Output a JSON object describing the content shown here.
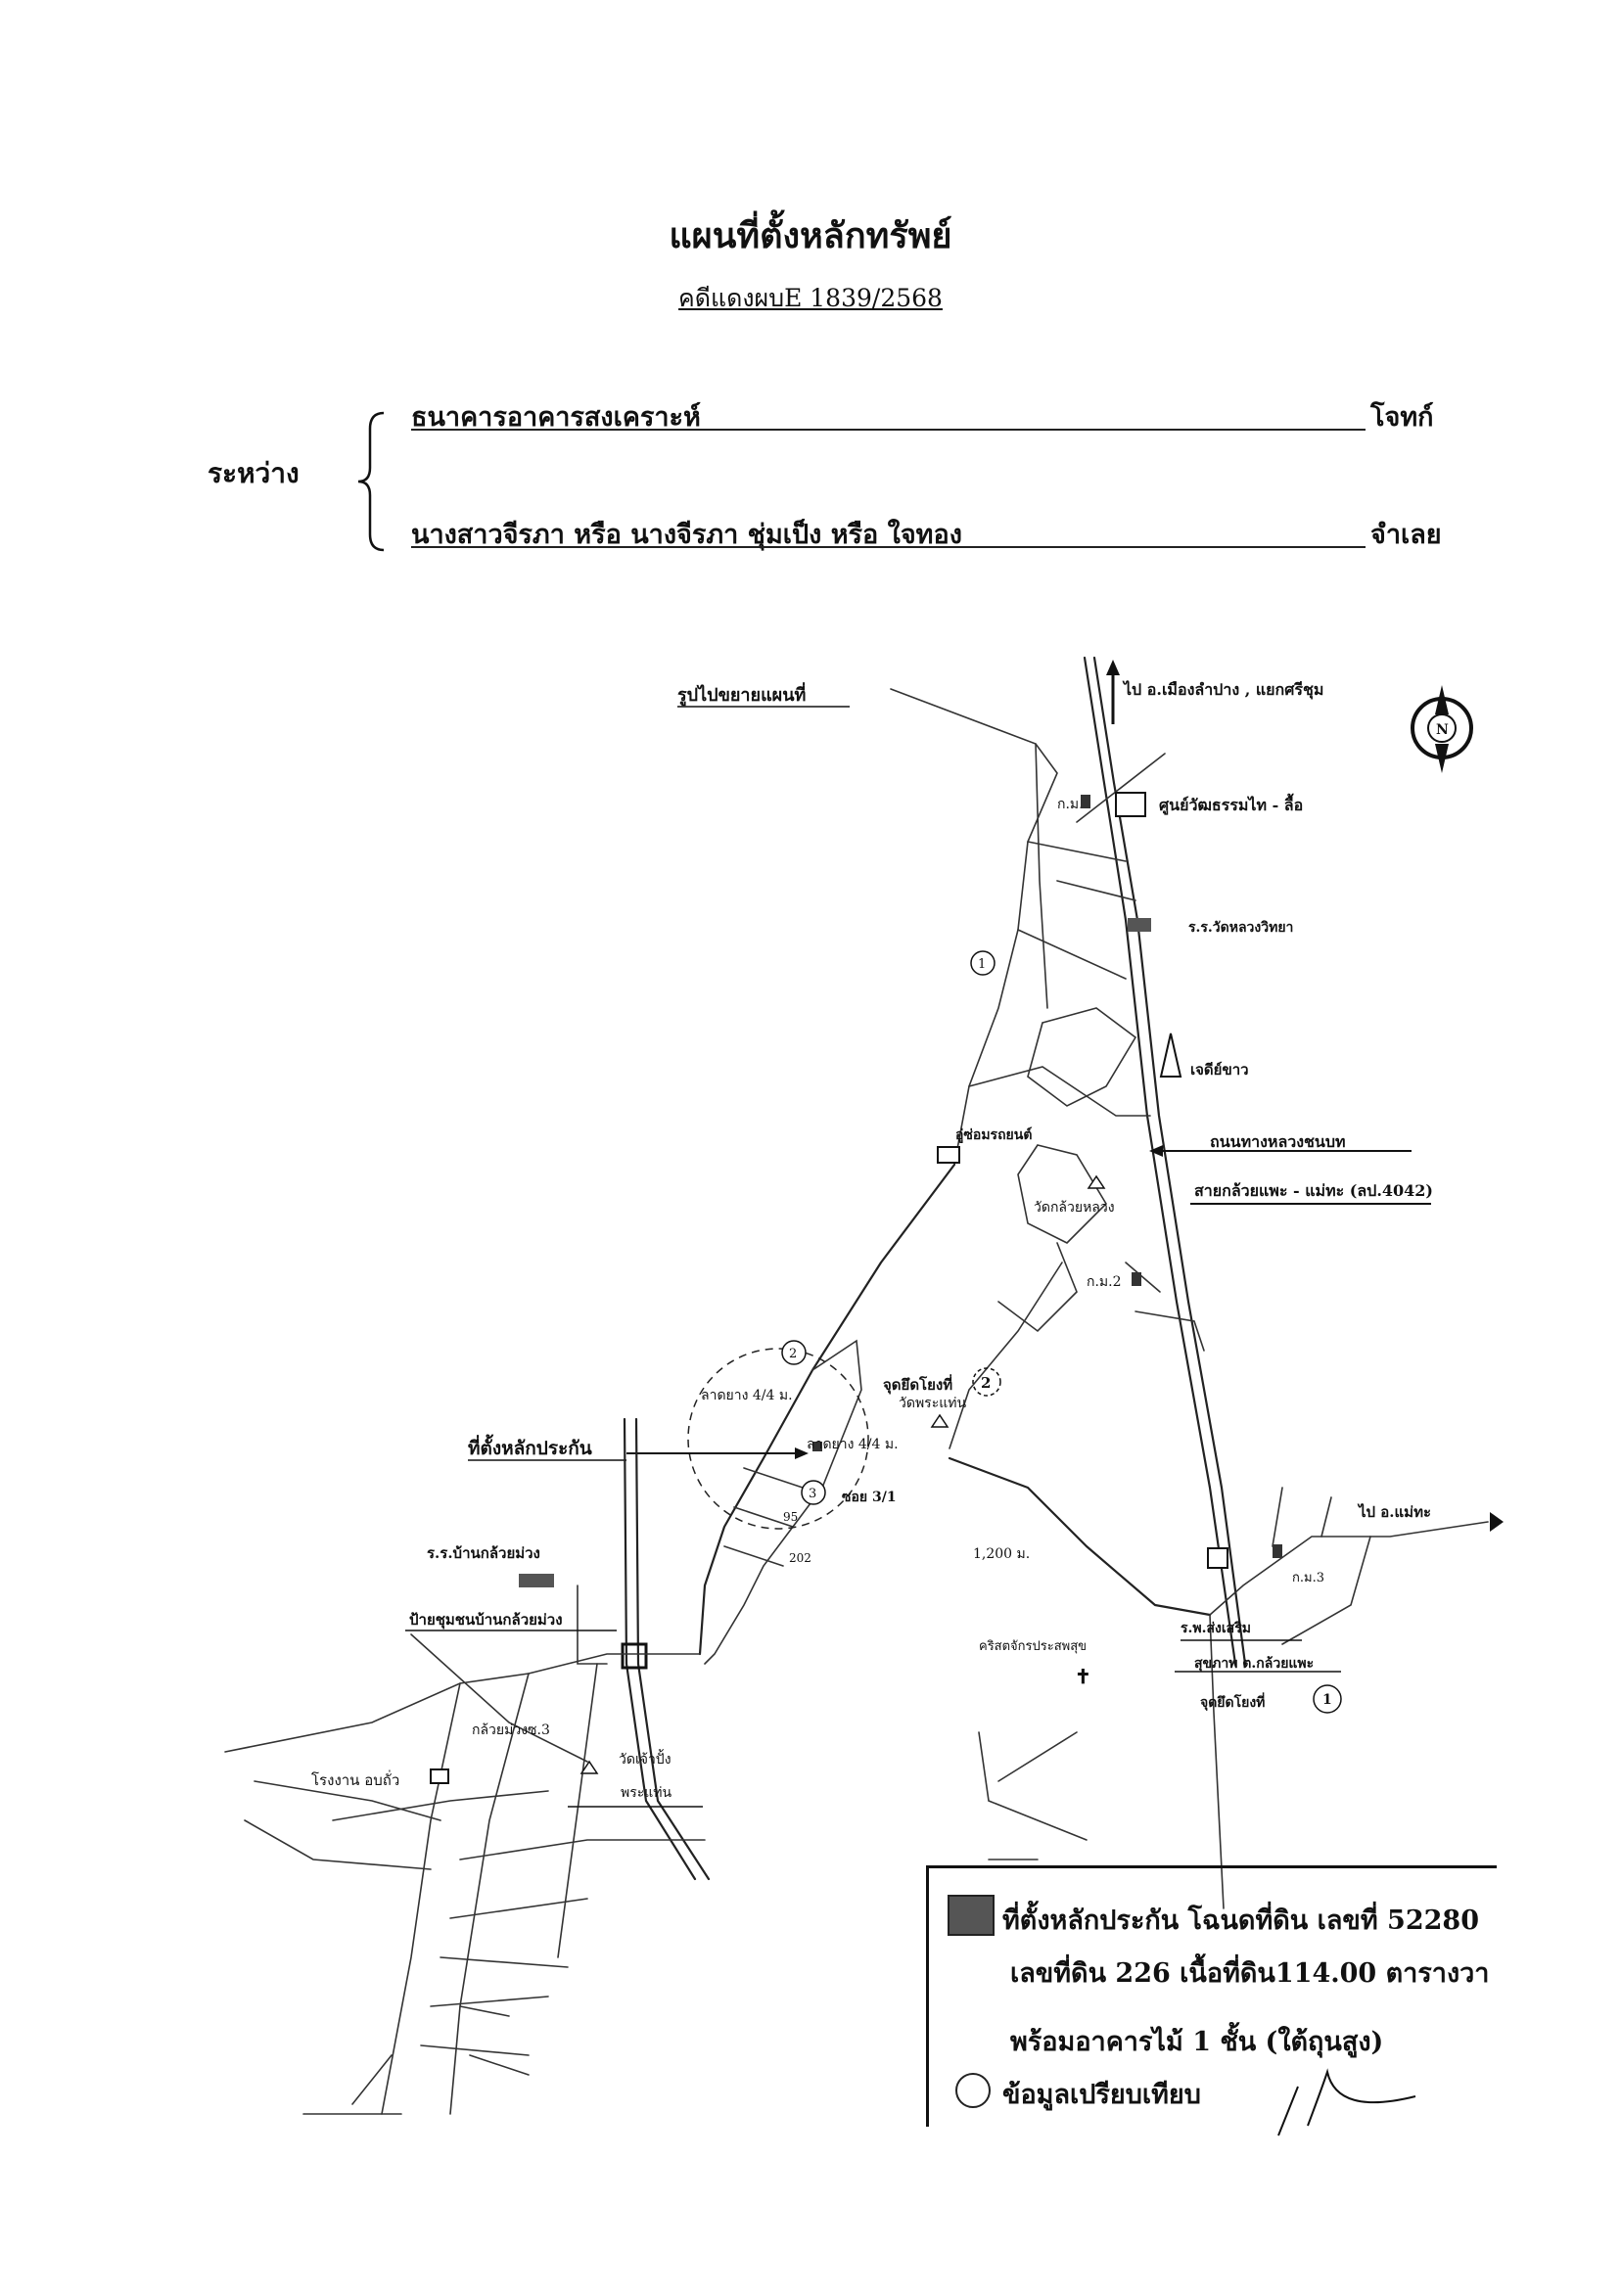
{
  "document": {
    "title": "แผนที่ตั้งหลักทรัพย์",
    "case_number": "คดีแดงผบE 1839/2568",
    "between_label": "ระหว่าง",
    "plaintiff": "ธนาคารอาคารสงเคราะห์",
    "plaintiff_role": "โจทก์",
    "defendant": "นางสาวจีรภา หรือ นางจีรภา ชุ่มเป็ง หรือ ใจทอง",
    "defendant_role": "จำเลย"
  },
  "map": {
    "enlarged_caption": "รูปไปขยายแผนที่",
    "labels": {
      "to_lampang": "ไป อ.เมืองลำปาง , แยกศรีชุม",
      "km1": "ก.ม.1",
      "tai_center": "ศูนย์วัฒธรรมไท - ลื้อ",
      "school_luang": "ร.ร.วัดหลวงวิทยา",
      "chedi": "เจดีย์ขาว",
      "garage": "อู่ซ่อมรถยนต์",
      "rural_road": "ถนนทางหลวงชนบท",
      "road_name": "สายกล้วยแพะ - แม่ทะ (ลป.4042)",
      "wat_kluai": "วัดกล้วยหลวง",
      "km2": "ก.ม.2",
      "ref_point_2": "จุดยึดโยงที่",
      "wat_phra_taen": "วัดพระแท่น",
      "paved_upper": "ลาดยาง 4/4 ม.",
      "paved_lower": "ลาดยาง 4/4 ม.",
      "collateral_location": "ที่ตั้งหลักประกัน",
      "soi": "ซอย 3/1",
      "distance": "1,200 ม.",
      "to_maetha": "ไป อ.แม่ทะ",
      "km3": "ก.ม.3",
      "school_kluai": "ร.ร.บ้านกล้วยม่วง",
      "community_sign": "ป้ายชุมชนบ้านกล้วยม่วง",
      "kluai_muang": "กล้วยม่วงซ.3",
      "church": "คริสตจักรประสพสุข",
      "hospital": "ร.พ.ส่งเสริม",
      "health": "สุขภาพ ต.กล้วยแพะ",
      "ref_point_1": "จุดยึดโยงที่",
      "factory": "โรงงาน อบถั่ว",
      "wat_chao": "วัดเจ้าปั้ง",
      "phra_taen": "พระแท่น",
      "n_95": "95",
      "n_202": "202",
      "north": "N",
      "c1": "1",
      "c2": "2",
      "c3": "3",
      "r2": "2",
      "r1": "1"
    }
  },
  "legend": {
    "line1": "ที่ตั้งหลักประกัน โฉนดที่ดิน เลขที่ 52280",
    "line2": "เลขที่ดิน 226 เนื้อที่ดิน114.00 ตารางวา",
    "line3": "พร้อมอาคารไม้ 1 ชั้น (ใต้ถุนสูง)",
    "line4": "ข้อมูลเปรียบเทียบ"
  }
}
